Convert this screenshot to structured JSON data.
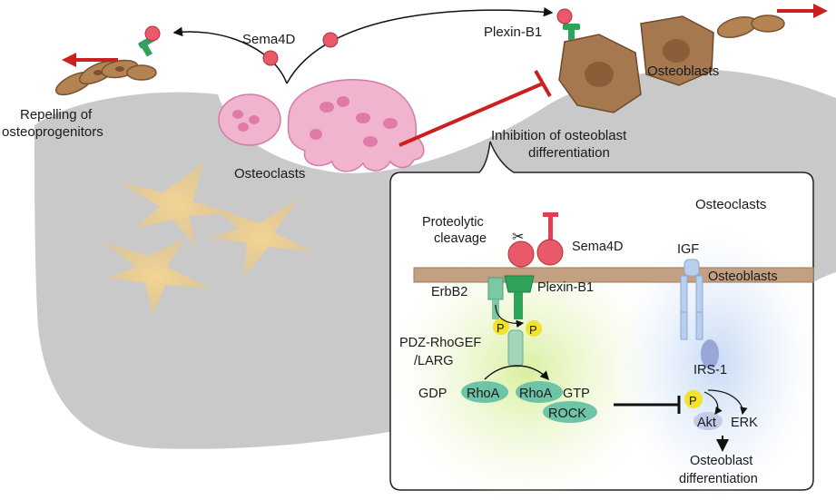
{
  "labels": {
    "sema4d_top": "Sema4D",
    "plexinb1_top": "Plexin-B1",
    "repelling_line1": "Repelling of",
    "repelling_line2": "osteoprogenitors",
    "osteoclasts_main": "Osteoclasts",
    "osteoblasts_main": "Osteoblasts",
    "inhibition_line1": "Inhibition of osteoblast",
    "inhibition_line2": "differentiation"
  },
  "inset": {
    "osteoclasts": "Osteoclasts",
    "osteoblasts": "Osteoblasts",
    "proteolytic_line1": "Proteolytic",
    "proteolytic_line2": "cleavage",
    "sema4d": "Sema4D",
    "igf": "IGF",
    "erbb2": "ErbB2",
    "plexinb1": "Plexin-B1",
    "p": "P",
    "pdz_line1": "PDZ-RhoGEF",
    "pdz_line2": "/LARG",
    "gdp": "GDP",
    "rhoa": "RhoA",
    "gtp": "GTP",
    "rock": "ROCK",
    "irs1": "IRS-1",
    "akt": "Akt",
    "erk": "ERK",
    "ob_diff_line1": "Osteoblast",
    "ob_diff_line2": "differentiation"
  },
  "colors": {
    "bone": "#c9c9c9",
    "osteoclast": "#e89bc0",
    "osteoblast": "#a67850",
    "arrow_red": "#cc1f1f",
    "sema4d_ball": "#e85a6a",
    "plexin_green": "#2fa35a",
    "membrane": "#c4a083",
    "phosphate": "#f2e22a",
    "rho_teal": "#6ec4a6"
  }
}
